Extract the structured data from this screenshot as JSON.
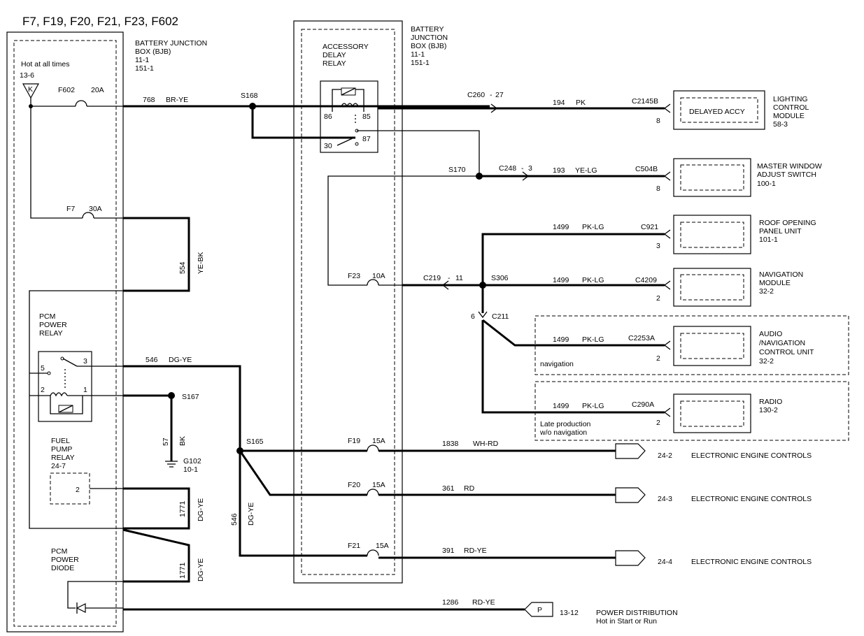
{
  "title": "F7, F19, F20, F21, F23, F602",
  "bjb_left": {
    "name": "BATTERY  JUNCTION",
    "name2": "BOX (BJB)",
    "ref1": "11-1",
    "ref2": "151-1"
  },
  "bjb_right": {
    "name1": "BATTERY",
    "name2": "JUNCTION",
    "name3": "BOX (BJB)",
    "ref1": "11-1",
    "ref2": "151-1"
  },
  "hot_at_all_times": "Hot at all times",
  "hot_ref": "13-6",
  "hot_symbol": "K",
  "fuses": {
    "f602": {
      "name": "F602",
      "amps": "20A"
    },
    "f7": {
      "name": "F7",
      "amps": "30A"
    },
    "f23": {
      "name": "F23",
      "amps": "10A"
    },
    "f19": {
      "name": "F19",
      "amps": "15A"
    },
    "f20": {
      "name": "F20",
      "amps": "15A"
    },
    "f21": {
      "name": "F21",
      "amps": "15A"
    }
  },
  "accessory_relay": {
    "line1": "ACCESSORY",
    "line2": "DELAY",
    "line3": "RELAY",
    "p86": "86",
    "p85": "85",
    "p87": "87",
    "p30": "30"
  },
  "pcm_relay": {
    "line1": "PCM",
    "line2": "POWER",
    "line3": "RELAY",
    "p5": "5",
    "p3": "3",
    "p2": "2",
    "p1": "1"
  },
  "fuel_pump_relay": {
    "line1": "FUEL",
    "line2": "PUMP",
    "line3": "RELAY",
    "ref": "24-7",
    "pin": "2"
  },
  "pcm_diode": {
    "line1": "PCM",
    "line2": "POWER",
    "line3": "DIODE"
  },
  "splices": {
    "s168": "S168",
    "s170": "S170",
    "s306": "S306",
    "s167": "S167",
    "s165": "S165"
  },
  "ground": {
    "name": "G102",
    "ref": "10-1"
  },
  "wires": {
    "w768": {
      "circuit": "768",
      "color": "BR-YE"
    },
    "w554": {
      "circuit": "554",
      "color": "YE-BK"
    },
    "w546a": {
      "circuit": "546",
      "color": "DG-YE"
    },
    "w546b": {
      "circuit": "546",
      "color": "DG-YE"
    },
    "w57": {
      "circuit": "57",
      "color": "BK"
    },
    "w1771a": {
      "circuit": "1771",
      "color": "DG-YE"
    },
    "w1771b": {
      "circuit": "1771",
      "color": "DG-YE"
    },
    "w194": {
      "circuit": "194",
      "color": "PK"
    },
    "w193": {
      "circuit": "193",
      "color": "YE-LG"
    },
    "w1499a": {
      "circuit": "1499",
      "color": "PK-LG"
    },
    "w1499b": {
      "circuit": "1499",
      "color": "PK-LG"
    },
    "w1499c": {
      "circuit": "1499",
      "color": "PK-LG"
    },
    "w1499d": {
      "circuit": "1499",
      "color": "PK-LG"
    },
    "w1838": {
      "circuit": "1838",
      "color": "WH-RD"
    },
    "w361": {
      "circuit": "361",
      "color": "RD"
    },
    "w391": {
      "circuit": "391",
      "color": "RD-YE"
    },
    "w1286": {
      "circuit": "1286",
      "color": "RD-YE"
    }
  },
  "connectors": {
    "c260": "C260",
    "c260pin": "27",
    "c248": "C248",
    "c248pin": "3",
    "c219": "C219",
    "c219pin": "11",
    "c211": "C211",
    "c211pin": "6",
    "c2145b": "C2145B",
    "c504b": "C504B",
    "c921": "C921",
    "c4209": "C4209",
    "c2253a": "C2253A",
    "c290a": "C290A"
  },
  "modules": [
    {
      "n1": "LIGHTING",
      "n2": "CONTROL",
      "n3": "MODULE",
      "ref": "58-3",
      "pin": "8",
      "inner": "DELAYED ACCY"
    },
    {
      "n1": "MASTER WINDOW",
      "n2": "ADJUST SWITCH",
      "ref": "100-1",
      "pin": "8"
    },
    {
      "n1": "ROOF OPENING",
      "n2": "PANEL UNIT",
      "ref": "101-1",
      "pin": "3"
    },
    {
      "n1": "NAVIGATION",
      "n2": "MODULE",
      "ref": "32-2",
      "pin": "2"
    },
    {
      "n1": "AUDIO",
      "n2": "/NAVIGATION",
      "n3": "CONTROL UNIT",
      "ref": "32-2",
      "pin": "2"
    },
    {
      "n1": "RADIO",
      "ref": "130-2",
      "pin": "2"
    }
  ],
  "option_notes": {
    "navigation": "navigation",
    "late1": "Late production",
    "late2": "w/o navigation"
  },
  "eec": [
    {
      "ref": "24-2",
      "label": "ELECTRONIC ENGINE CONTROLS"
    },
    {
      "ref": "24-3",
      "label": "ELECTRONIC ENGINE CONTROLS"
    },
    {
      "ref": "24-4",
      "label": "ELECTRONIC ENGINE CONTROLS"
    }
  ],
  "power_dist": {
    "symbol": "P",
    "ref": "13-12",
    "label": "POWER DISTRIBUTION",
    "note": "Hot in Start or Run"
  }
}
